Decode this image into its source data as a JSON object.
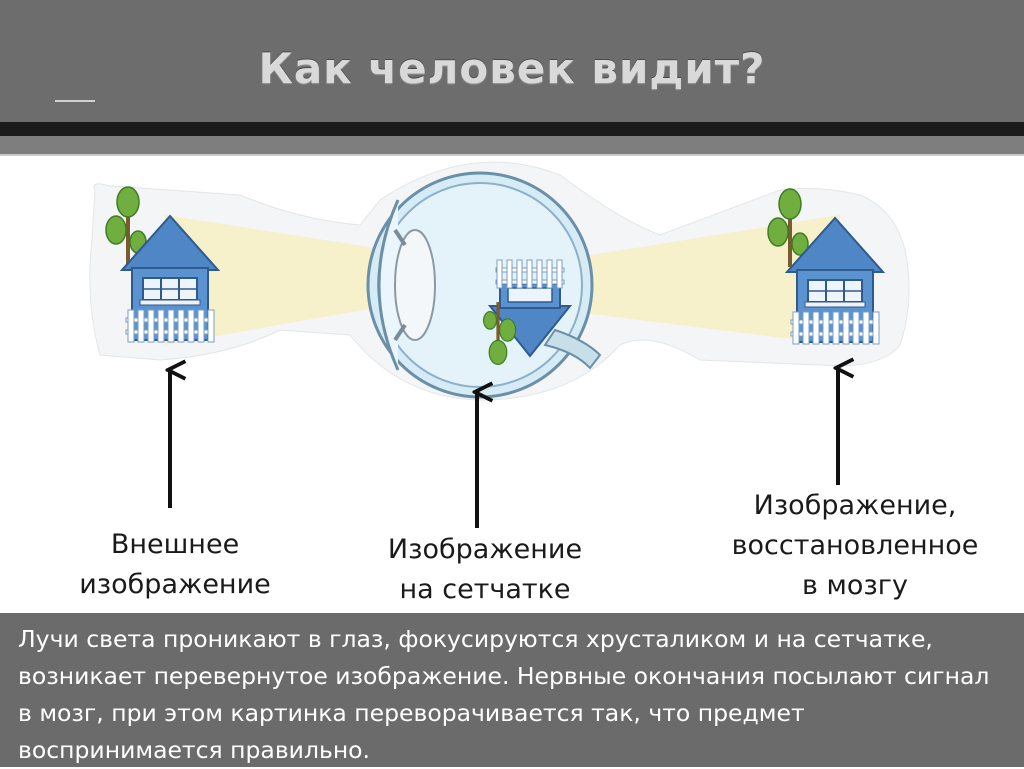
{
  "title": "Как человек видит?",
  "labels": {
    "external": [
      "Внешнее",
      "изображение"
    ],
    "retina": [
      "Изображение",
      "на сетчатке"
    ],
    "brain": [
      "Изображение,",
      "восстановленное",
      "в мозгу"
    ]
  },
  "caption": "Лучи света проникают в глаз, фокусируются хрусталиком и на сетчатке, возникает перевернутое изображение. Нервные окончания посылают сигнал в мозг, при этом картинка переворачивается так, что предмет воспринимается правильно.",
  "colors": {
    "header": "#6d6d6d",
    "house_blue": "#4f86c6",
    "tree_green": "#6fae3f",
    "light_beam": "#f6f0c2",
    "eye_fill": "#d5ecf6"
  }
}
